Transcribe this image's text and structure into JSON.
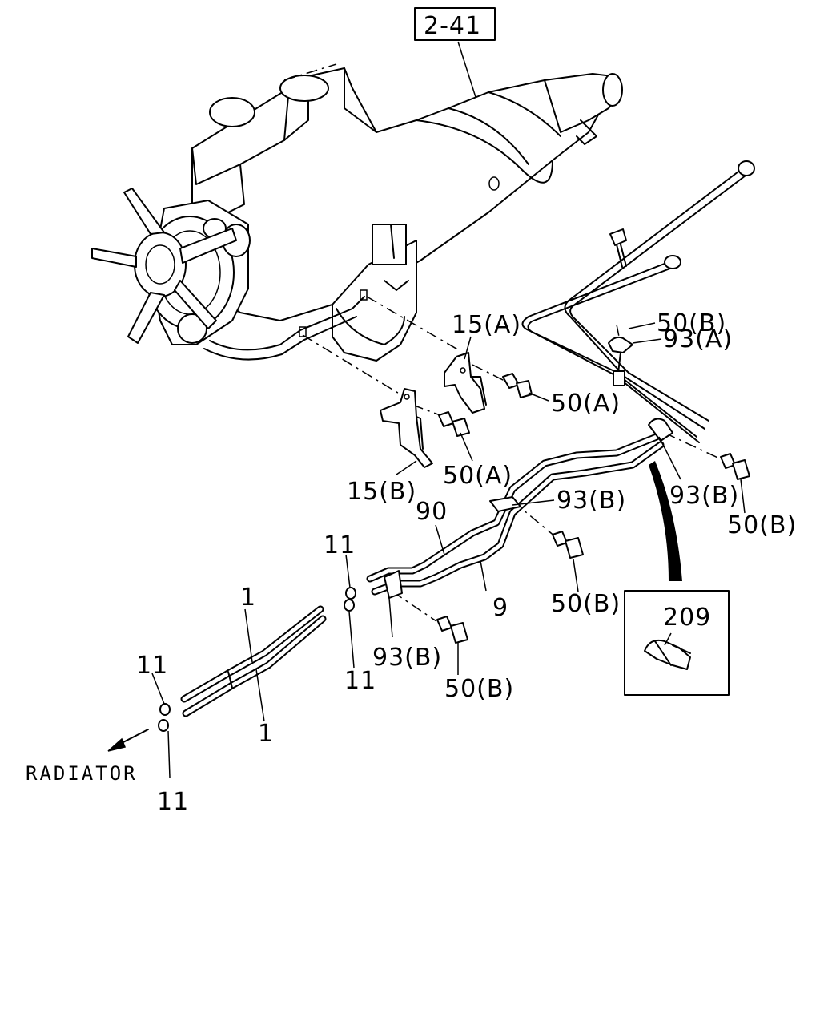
{
  "ref_box": "2-41",
  "labels": {
    "p15a": "15(A)",
    "p50b_top": "50(B)",
    "p93a": "93(A)",
    "p50a_right": "50(A)",
    "p50a_lower": "50(A)",
    "p15b": "15(B)",
    "p90": "90",
    "p93b_mid": "93(B)",
    "p93b_right": "93(B)",
    "p50b_right": "50(B)",
    "p11_top": "11",
    "p1_top": "1",
    "p9": "9",
    "p50b_mid": "50(B)",
    "p93b_low": "93(B)",
    "p50b_low": "50(B)",
    "p11_mid": "11",
    "p11_left": "11",
    "p1_low": "1",
    "p11_bottom": "11",
    "p209": "209"
  },
  "radiator_label": "RADIATOR"
}
